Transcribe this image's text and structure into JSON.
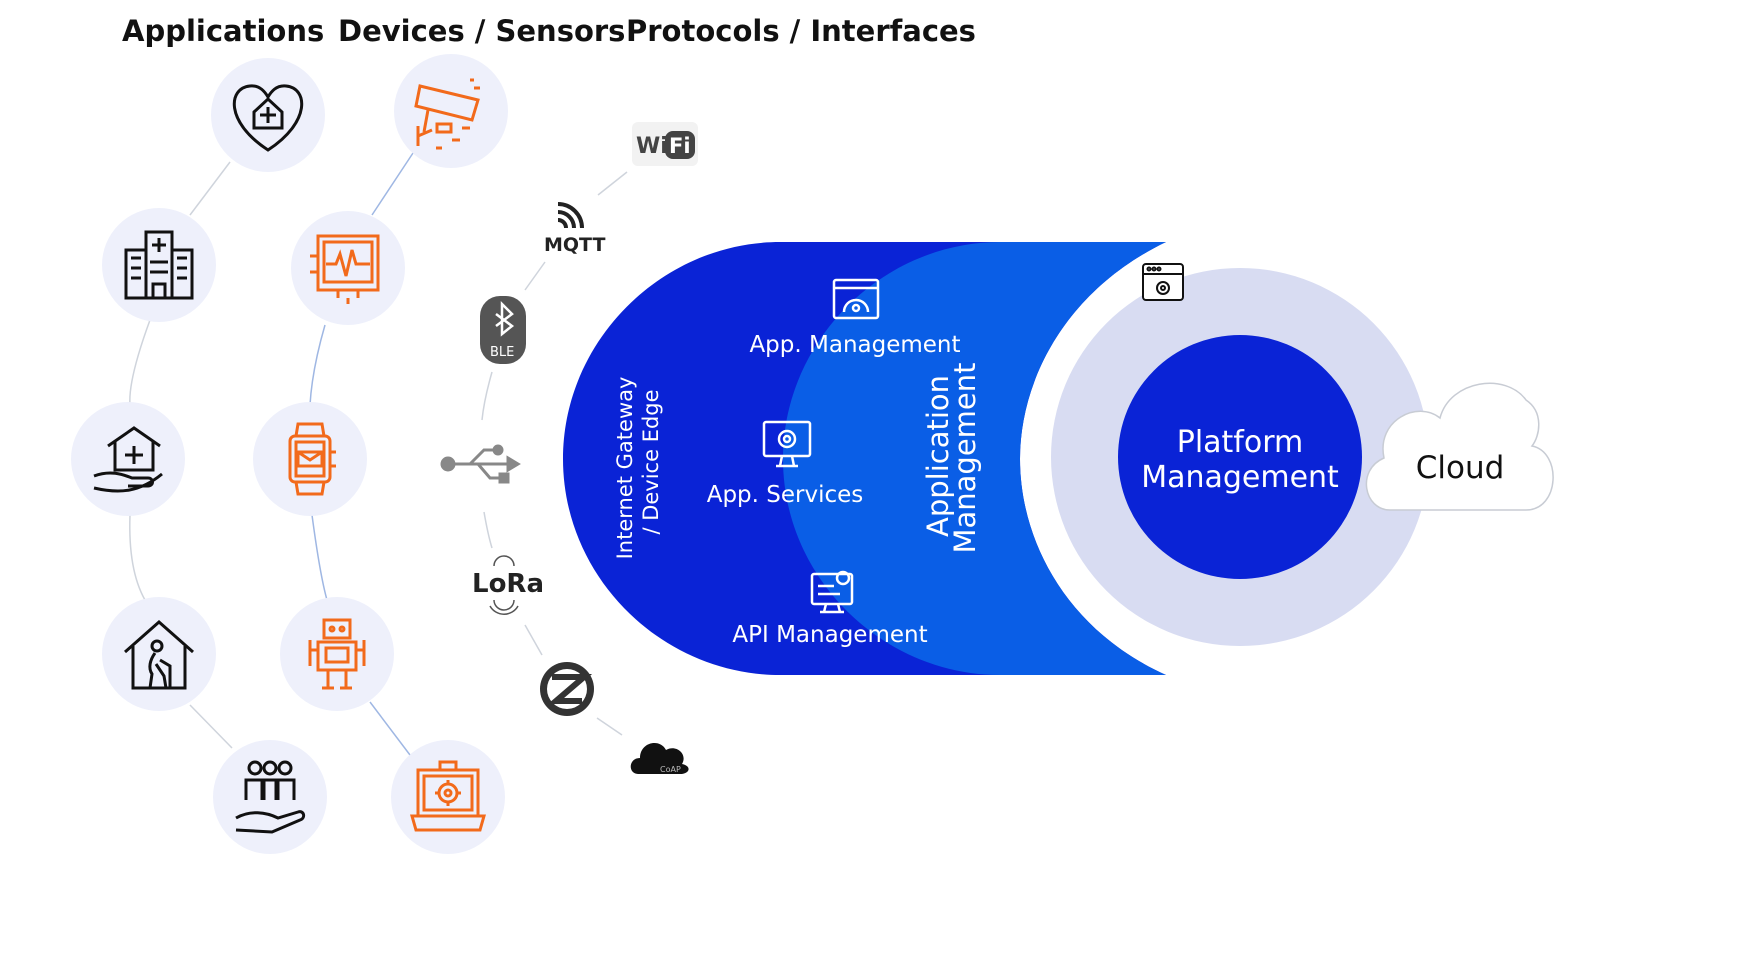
{
  "headings": {
    "applications": "Applications",
    "devices": "Devices / Sensors",
    "protocols": "Protocols / Interfaces"
  },
  "applications": [
    {
      "icon": "heart-hospital-icon"
    },
    {
      "icon": "hospital-building-icon"
    },
    {
      "icon": "hand-home-care-icon"
    },
    {
      "icon": "elderly-home-icon"
    },
    {
      "icon": "hand-family-icon"
    }
  ],
  "devices": [
    {
      "icon": "security-camera-icon"
    },
    {
      "icon": "heart-monitor-icon"
    },
    {
      "icon": "smartwatch-icon"
    },
    {
      "icon": "robot-icon"
    },
    {
      "icon": "laptop-settings-icon"
    }
  ],
  "protocols": {
    "wifi_left": "Wi",
    "wifi_right": "Fi",
    "mqtt": "MQTT",
    "ble": "BLE",
    "usb_icon": "usb-icon",
    "lora": "LoRa",
    "zigbee_icon": "zigbee-icon",
    "coap": "CoAP"
  },
  "gateway": {
    "label_line1": "Internet Gateway",
    "label_line2": "/ Device Edge",
    "app_management": "App. Management",
    "app_services": "App. Services",
    "api_management": "API Management"
  },
  "application_management": {
    "line1": "Application",
    "line2": "Management"
  },
  "platform": {
    "line1": "Platform",
    "line2": "Management"
  },
  "cloud": "Cloud",
  "colors": {
    "dark_blue": "#0a23d6",
    "mid_blue": "#0a5ee6",
    "ring": "#d8dcf2",
    "device_orange": "#f26a1b",
    "circle_bg": "#eef0fb"
  }
}
